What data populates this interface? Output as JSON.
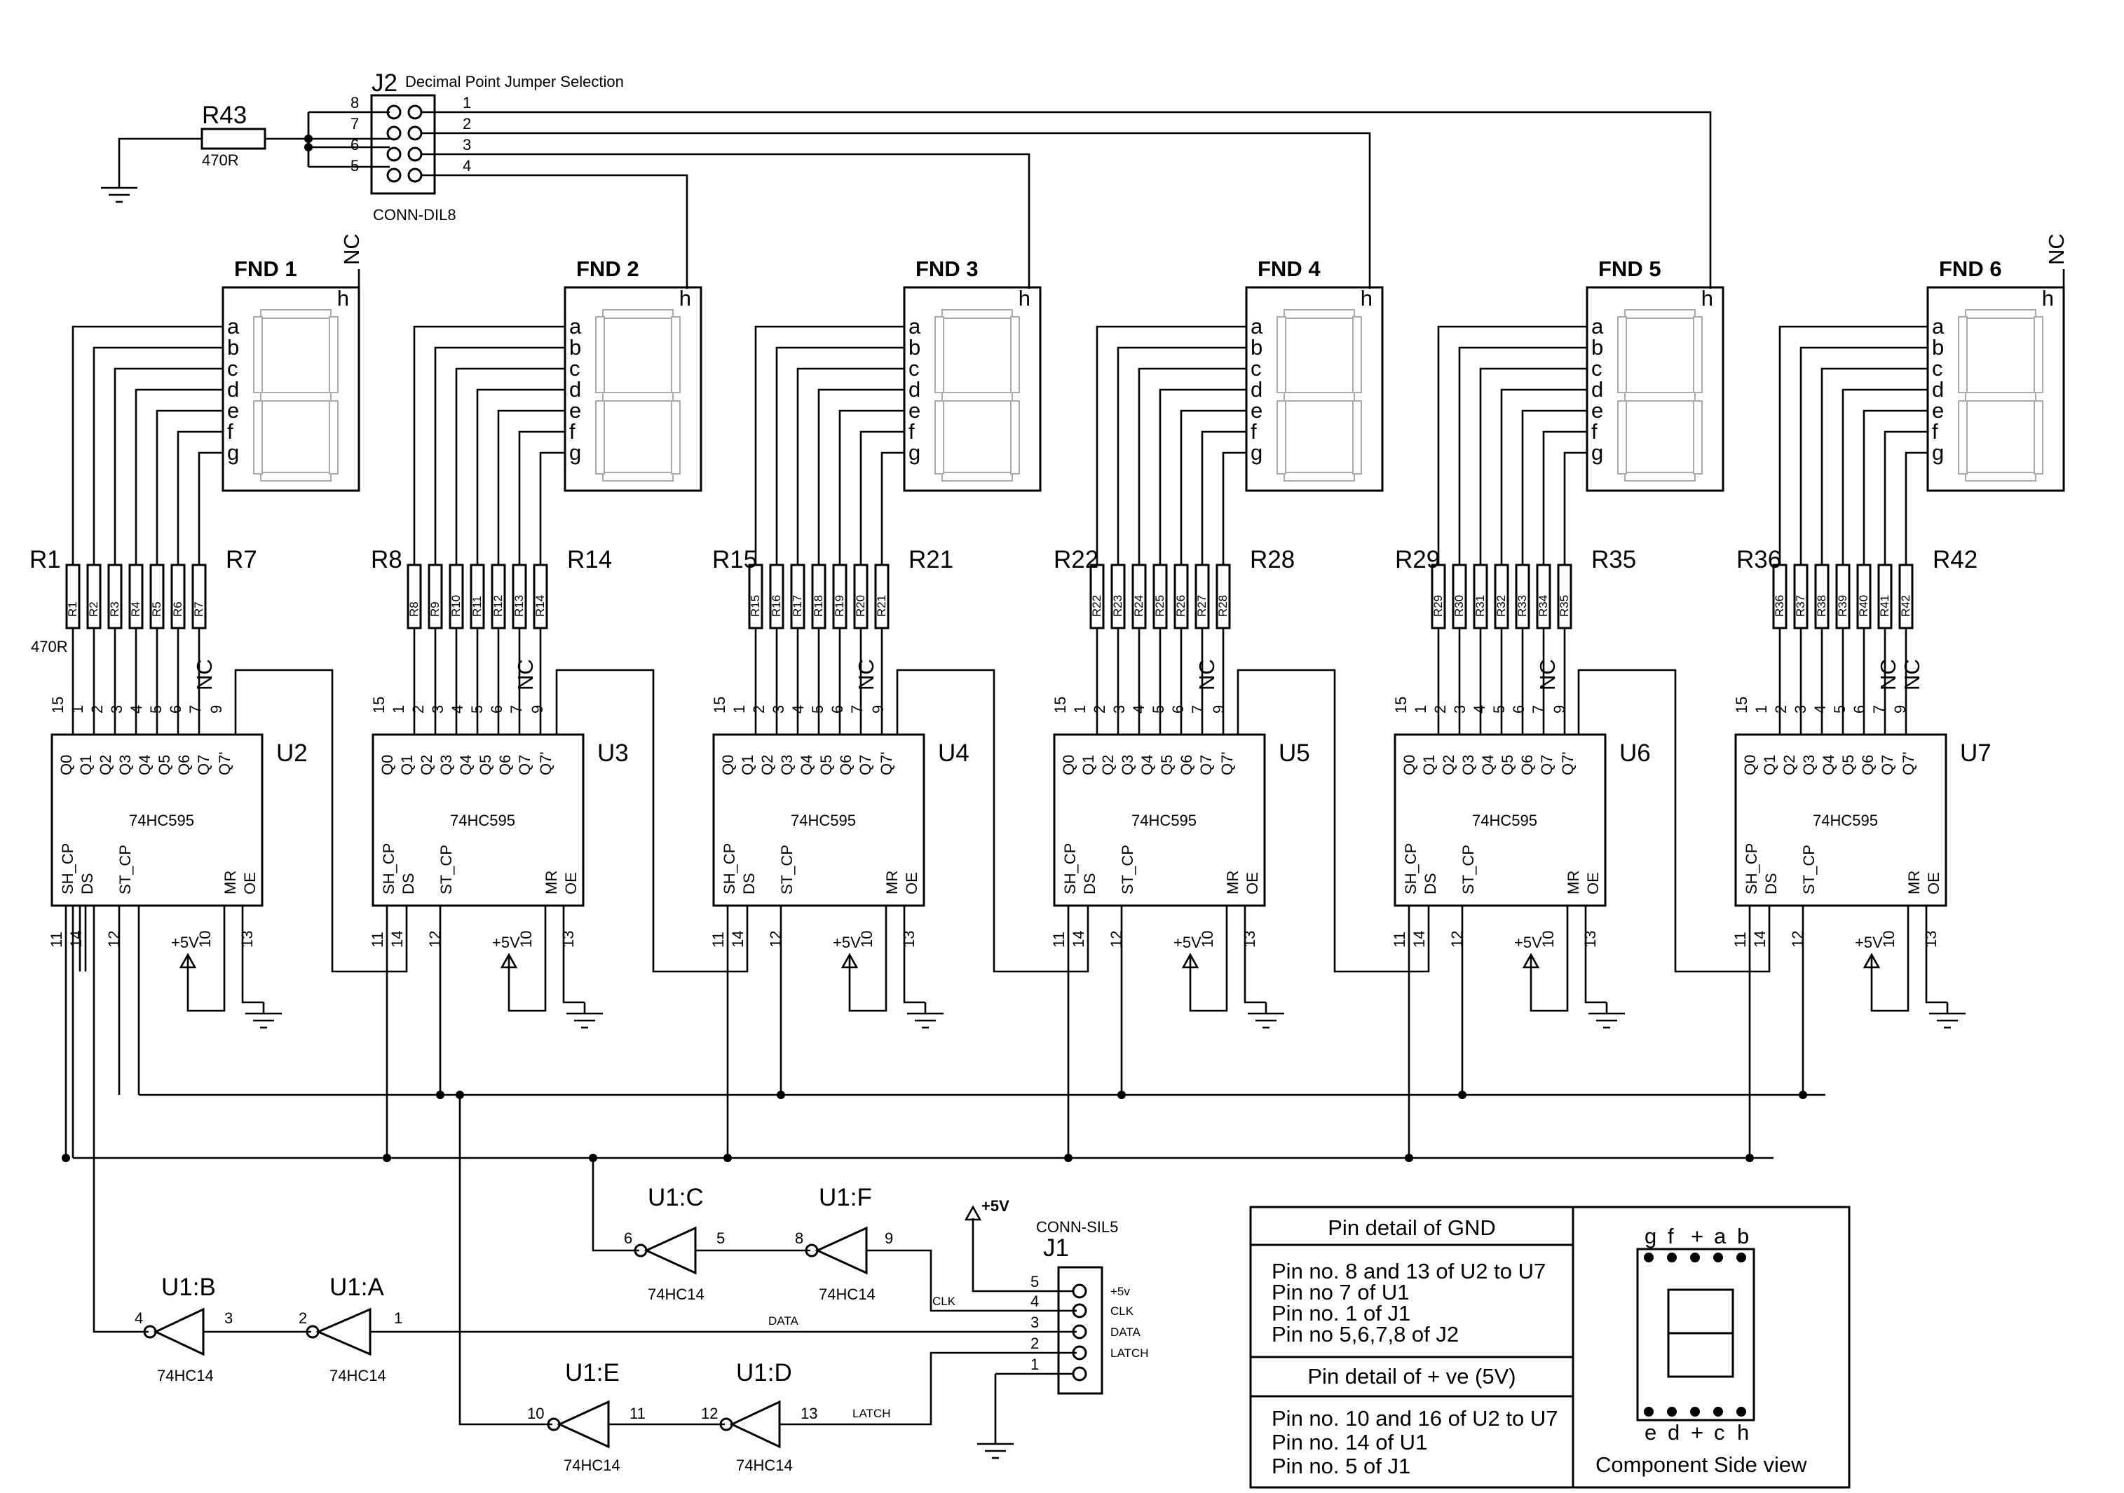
{
  "j2": {
    "ref": "J2",
    "title": "Decimal Point Jumper Selection",
    "part": "CONN-DIL8",
    "left_pins": [
      "8",
      "7",
      "6",
      "5"
    ],
    "right_pins": [
      "1",
      "2",
      "3",
      "4"
    ]
  },
  "r43": {
    "ref": "R43",
    "value": "470R"
  },
  "fnd": [
    "FND 1",
    "FND 2",
    "FND 3",
    "FND 4",
    "FND 5",
    "FND 6"
  ],
  "seg_letters": [
    "a",
    "b",
    "c",
    "d",
    "e",
    "f",
    "g"
  ],
  "h_label": "h",
  "nc": "NC",
  "res_groups": [
    {
      "left": "R1",
      "right": "R7",
      "names": [
        "R1",
        "R2",
        "R3",
        "R4",
        "R5",
        "R6",
        "R7"
      ]
    },
    {
      "left": "R8",
      "right": "R14",
      "names": [
        "R8",
        "R9",
        "R10",
        "R11",
        "R12",
        "R13",
        "R14"
      ]
    },
    {
      "left": "R15",
      "right": "R21",
      "names": [
        "R15",
        "R16",
        "R17",
        "R18",
        "R19",
        "R20",
        "R21"
      ]
    },
    {
      "left": "R22",
      "right": "R28",
      "names": [
        "R22",
        "R23",
        "R24",
        "R25",
        "R26",
        "R27",
        "R28"
      ]
    },
    {
      "left": "R29",
      "right": "R35",
      "names": [
        "R29",
        "R30",
        "R31",
        "R32",
        "R33",
        "R34",
        "R35"
      ]
    },
    {
      "left": "R36",
      "right": "R42",
      "names": [
        "R36",
        "R37",
        "R38",
        "R39",
        "R40",
        "R41",
        "R42"
      ]
    }
  ],
  "res_value": "470R",
  "chips": [
    "U2",
    "U3",
    "U4",
    "U5",
    "U6",
    "U7"
  ],
  "chip_part": "74HC595",
  "chip_top_pins": [
    "15",
    "1",
    "2",
    "3",
    "4",
    "5",
    "6",
    "7",
    "9"
  ],
  "chip_top_labels": [
    "Q0",
    "Q1",
    "Q2",
    "Q3",
    "Q4",
    "Q5",
    "Q6",
    "Q7",
    "Q7'"
  ],
  "chip_bottom_labels": [
    "SH_CP",
    "DS",
    "ST_CP",
    "MR",
    "OE"
  ],
  "chip_bottom_pins": [
    "11",
    "14",
    "12",
    "10",
    "13"
  ],
  "vcc": "+5V",
  "inverters": [
    {
      "ref": "U1:B",
      "part": "74HC14",
      "in": "3",
      "out": "4"
    },
    {
      "ref": "U1:A",
      "part": "74HC14",
      "in": "1",
      "out": "2"
    },
    {
      "ref": "U1:C",
      "part": "74HC14",
      "in": "5",
      "out": "6"
    },
    {
      "ref": "U1:F",
      "part": "74HC14",
      "in": "9",
      "out": "8"
    },
    {
      "ref": "U1:E",
      "part": "74HC14",
      "in": "11",
      "out": "10"
    },
    {
      "ref": "U1:D",
      "part": "74HC14",
      "in": "13",
      "out": "12"
    }
  ],
  "signals": {
    "clk": "CLK",
    "data": "DATA",
    "latch": "LATCH"
  },
  "j1": {
    "ref": "J1",
    "part": "CONN-SIL5",
    "vcc": "+5V",
    "pins": [
      "5",
      "4",
      "3",
      "2",
      "1"
    ],
    "pin_labels": [
      "+5v",
      "CLK",
      "DATA",
      "LATCH",
      ""
    ]
  },
  "info": {
    "gnd_title": "Pin detail of  GND",
    "gnd_lines": [
      "Pin no. 8 and 13 of U2 to U7",
      "Pin no 7 of U1",
      "Pin no. 1 of J1",
      "Pin no 5,6,7,8 of J2"
    ],
    "vcc_title": "Pin detail of + ve (5V)",
    "vcc_lines": [
      "Pin no. 10 and 16 of U2 to U7",
      "Pin no. 14 of U1",
      "Pin no. 5 of J1"
    ]
  },
  "side_view": {
    "top_pins": [
      "g",
      "f",
      "+",
      "a",
      "b"
    ],
    "bottom_pins": [
      "e",
      "d",
      "+",
      "c",
      "h"
    ],
    "caption": "Component Side view"
  }
}
